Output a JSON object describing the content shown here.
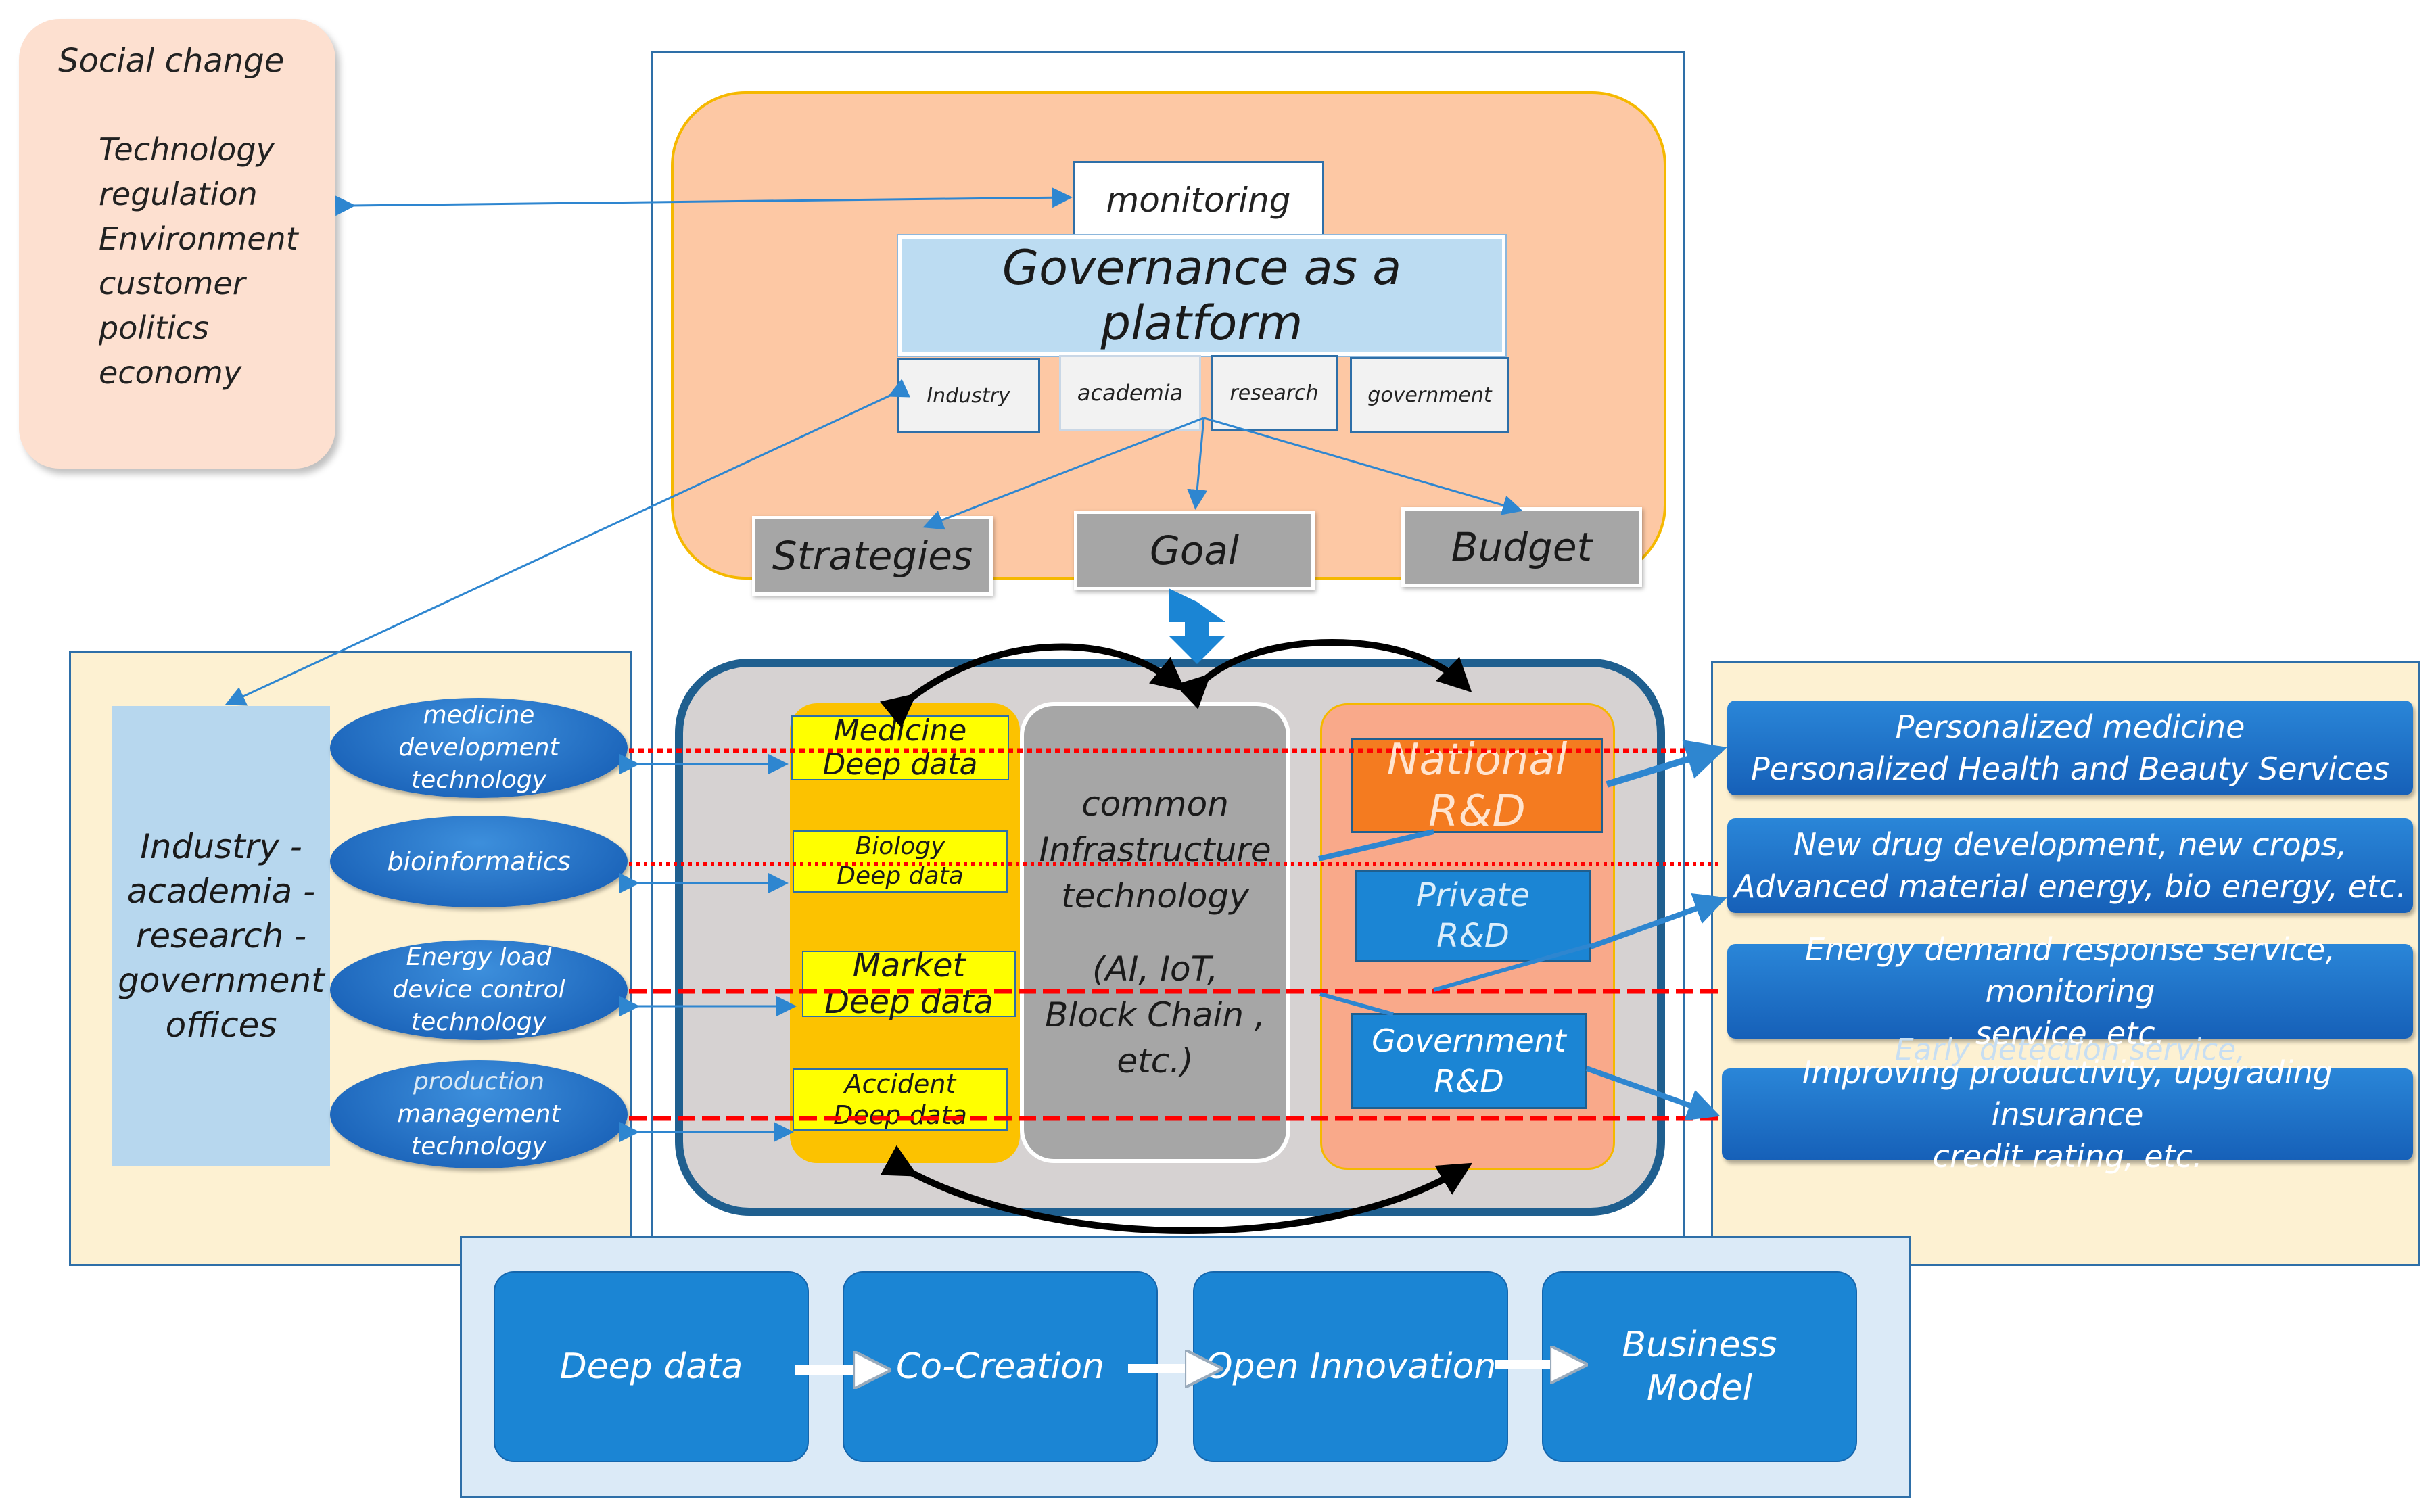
{
  "social": {
    "title": "Social change",
    "items": [
      "Technology",
      "regulation",
      "Environment",
      "customer",
      "politics",
      "economy"
    ]
  },
  "governance": {
    "monitoring": "monitoring",
    "platform": "Governance as a platform",
    "members": [
      "Industry",
      "academia",
      "research",
      "government"
    ],
    "outputs": [
      "Strategies",
      "Goal",
      "Budget"
    ]
  },
  "left_panel": {
    "offices": [
      "Industry -",
      "academia -",
      "research -",
      "government",
      "offices"
    ],
    "technologies": [
      [
        "medicine",
        "development",
        "technology"
      ],
      [
        "bioinformatics"
      ],
      [
        "Energy load",
        "device control",
        "technology"
      ],
      [
        "production",
        "management",
        "technology"
      ]
    ]
  },
  "core": {
    "deep_data": [
      [
        "Medicine",
        "Deep data"
      ],
      [
        "Biology",
        "Deep data"
      ],
      [
        "Market",
        "Deep data"
      ],
      [
        "Accident",
        "Deep data"
      ]
    ],
    "infrastructure": [
      "common",
      "Infrastructure",
      "technology",
      "",
      "(AI, IoT,",
      "Block Chain ,",
      "etc.)"
    ],
    "rnd": [
      [
        "National",
        "R&D"
      ],
      [
        "Private",
        "R&D"
      ],
      [
        "Government",
        "R&D"
      ]
    ]
  },
  "services": [
    [
      "Personalized medicine",
      "Personalized Health and Beauty Services"
    ],
    [
      "New drug development, new crops,",
      "Advanced material energy, bio energy, etc."
    ],
    [
      "Energy demand response service, monitoring",
      "service, etc."
    ],
    [
      "Improving productivity, upgrading insurance",
      "credit rating, etc."
    ]
  ],
  "services_note": "Early detection service,",
  "flow": [
    "Deep data",
    "Co-Creation",
    "Open Innovation",
    "Business Model"
  ],
  "colors": {
    "peach": "#fde0d0",
    "orange_panel": "#fdc8a4",
    "cream": "#fdf1d2",
    "blue": "#1b85d4",
    "dark_blue": "#1f6fb3",
    "light_blue": "#bcdcf2",
    "yellow": "#ffff00",
    "gold": "#fcc200",
    "gray": "#a6a6a6",
    "salmon": "#f9a98a",
    "national": "#f47b20",
    "red_dot": "#ff0000"
  }
}
